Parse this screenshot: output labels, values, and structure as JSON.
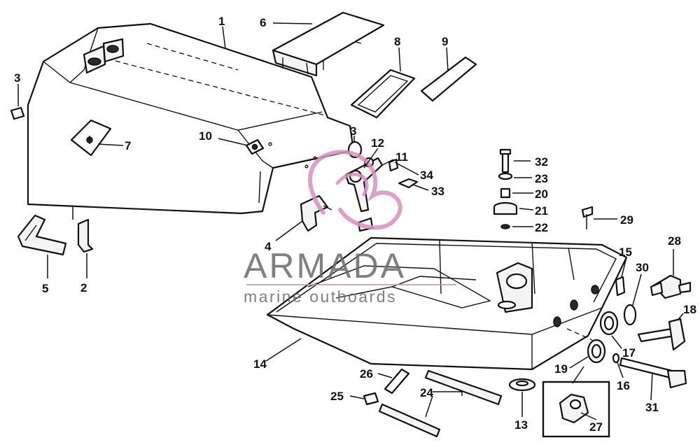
{
  "diagram": {
    "watermark": {
      "brand": "ARMADA",
      "tagline": "marine outboards",
      "accent_color": "#d98fc0"
    },
    "labels": {
      "p1": "1",
      "p2": "2",
      "p3a": "3",
      "p3b": "3",
      "p4": "4",
      "p5": "5",
      "p6": "6",
      "p7": "7",
      "p8": "8",
      "p9": "9",
      "p10": "10",
      "p11": "11",
      "p12": "12",
      "p13": "13",
      "p14": "14",
      "p15": "15",
      "p16": "16",
      "p17": "17",
      "p18": "18",
      "p19": "19",
      "p20": "20",
      "p21": "21",
      "p22": "22",
      "p23": "23",
      "p24": "24",
      "p25": "25",
      "p26": "26",
      "p27": "27",
      "p28": "28",
      "p29": "29",
      "p30": "30",
      "p31": "31",
      "p32": "32",
      "p33": "33",
      "p34": "34"
    }
  }
}
